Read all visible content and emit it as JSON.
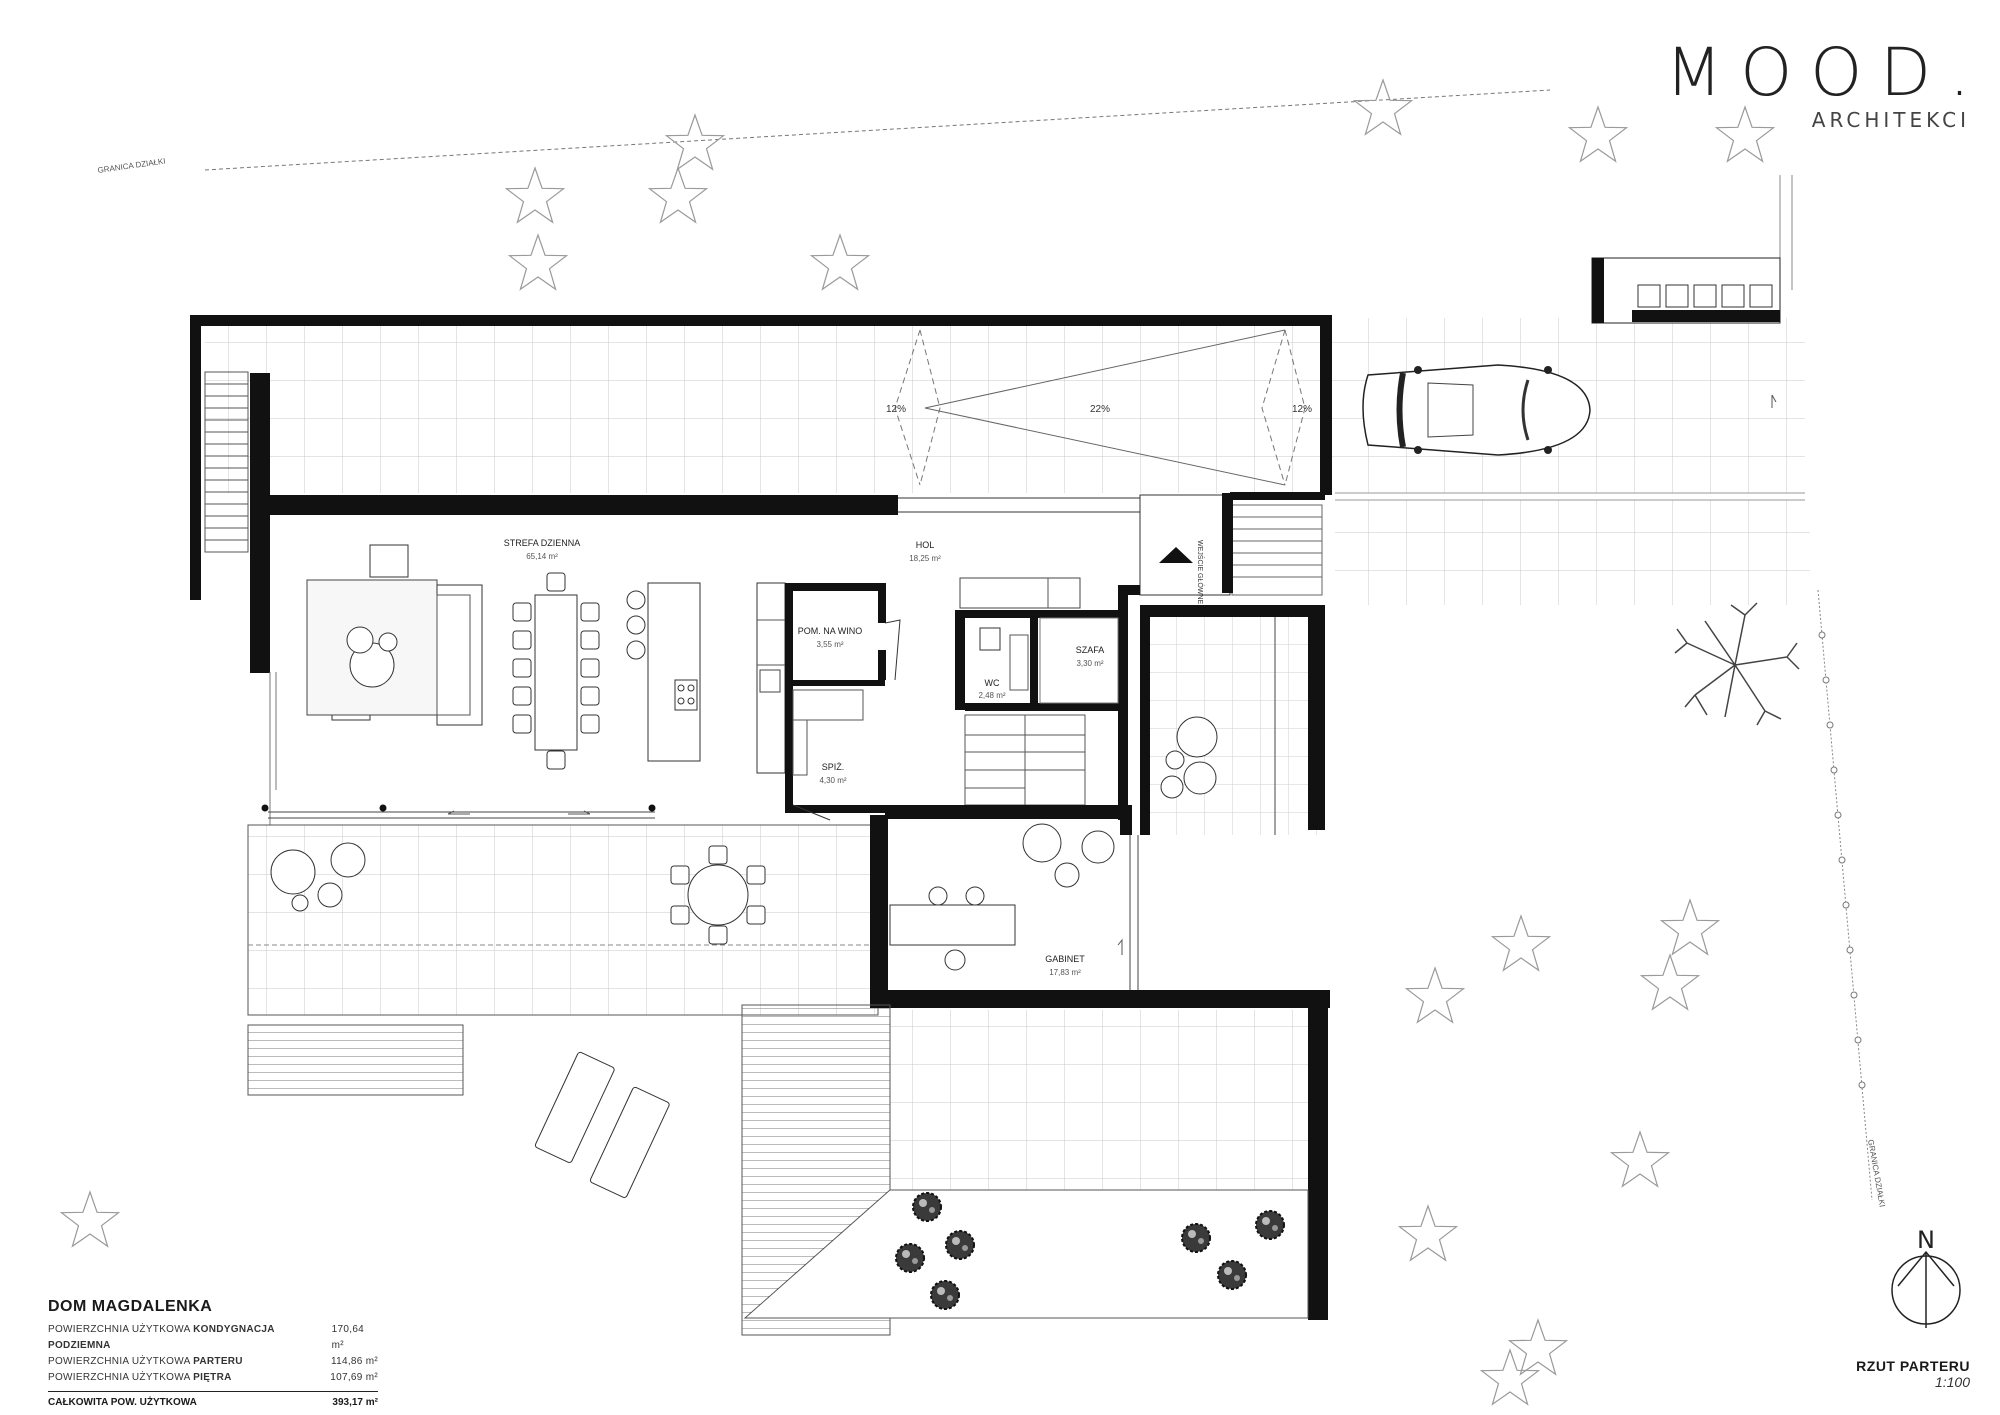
{
  "brand": {
    "name": "MOOD.",
    "subtitle": "ARCHITEKCI"
  },
  "plot_boundary": {
    "top_label": "GRANICA DZIAŁKI",
    "right_label": "GRANICA DZIAŁKI"
  },
  "rooms": {
    "strefa_dzienna": {
      "name": "STREFA DZIENNA",
      "area": "65,14 m²"
    },
    "hol": {
      "name": "HOL",
      "area": "18,25 m²"
    },
    "pom_na_wino": {
      "name": "POM. NA WINO",
      "area": "3,55 m²"
    },
    "wc": {
      "name": "WC",
      "area": "2,48 m²"
    },
    "szafa": {
      "name": "SZAFA",
      "area": "3,30 m²"
    },
    "spiz": {
      "name": "SPIŻ.",
      "area": "4,30 m²"
    },
    "gabinet": {
      "name": "GABINET",
      "area": "17,83 m²"
    }
  },
  "entrance_label": "WEJŚCIE GŁÓWNE",
  "ramp_slopes": [
    "12%",
    "22%",
    "12%"
  ],
  "legend": {
    "title": "DOM MAGDALENKA",
    "rows": [
      {
        "prefix": "POWIERZCHNIA UŻYTKOWA",
        "bold": "KONDYGNACJA PODZIEMNA",
        "value": "170,64 m²"
      },
      {
        "prefix": "POWIERZCHNIA UŻYTKOWA",
        "bold": "PARTERU",
        "value": "114,86 m²"
      },
      {
        "prefix": "POWIERZCHNIA UŻYTKOWA",
        "bold": "PIĘTRA",
        "value": "107,69 m²"
      }
    ],
    "total_label": "CAŁKOWITA POW. UŻYTKOWA",
    "total_value": "393,17 m²"
  },
  "sheet": {
    "title": "RZUT PARTERU",
    "scale": "1:100"
  },
  "north": "N",
  "icons": [
    "star-tree-icon",
    "deciduous-tree-icon",
    "car-icon",
    "north-arrow-icon",
    "entrance-arrow-icon",
    "shrub-icon"
  ]
}
